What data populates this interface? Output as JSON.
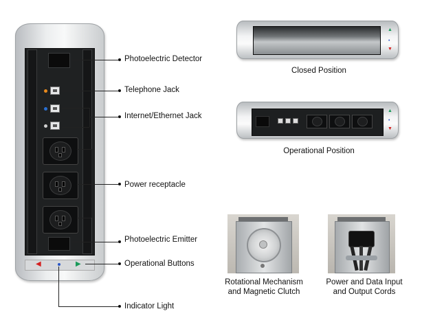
{
  "labels": {
    "photoelectric_detector": "Photoelectric Detector",
    "telephone_jack": "Telephone Jack",
    "internet_jack": "Internet/Ethernet Jack",
    "power_receptacle": "Power receptacle",
    "photoelectric_emitter": "Photoelectric Emitter",
    "operational_buttons": "Operational Buttons",
    "indicator_light": "Indicator Light"
  },
  "captions": {
    "closed": "Closed Position",
    "operational": "Operational Position",
    "rotational_line1": "Rotational Mechanism",
    "rotational_line2": "and Magnetic Clutch",
    "cords_line1": "Power and Data Input",
    "cords_line2": "and Output Cords"
  },
  "colors": {
    "led_orange": "#e8891c",
    "led_blue": "#2a6fd1",
    "arrow_red": "#d42020",
    "arrow_green": "#1a9a5a",
    "indicator_blue": "#2a56c8"
  }
}
